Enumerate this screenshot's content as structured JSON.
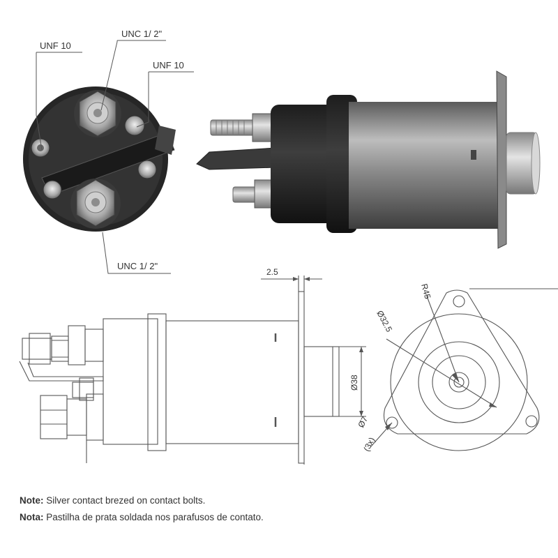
{
  "callouts": {
    "unf10_left": "UNF 10",
    "unc12_top": "UNC 1/ 2\"",
    "unf10_right": "UNF 10",
    "unc12_bottom": "UNC 1/ 2\""
  },
  "dimensions": {
    "flange_thickness": "2.5",
    "flange_radius": "R45",
    "bore_diameter": "Ø32.5",
    "plunger_diameter": "Ø38",
    "hole_diameter": "Ø7",
    "hole_count": "(3x)"
  },
  "notes": [
    {
      "label": "Note:",
      "text": "Silver contact brezed on contact bolts."
    },
    {
      "label": "Nota:",
      "text": "Pastilha de prata soldada nos parafusos de contato."
    }
  ],
  "colors": {
    "line": "#555555",
    "dark_body": "#2b2b2b",
    "metal": "#9a9a9a"
  }
}
